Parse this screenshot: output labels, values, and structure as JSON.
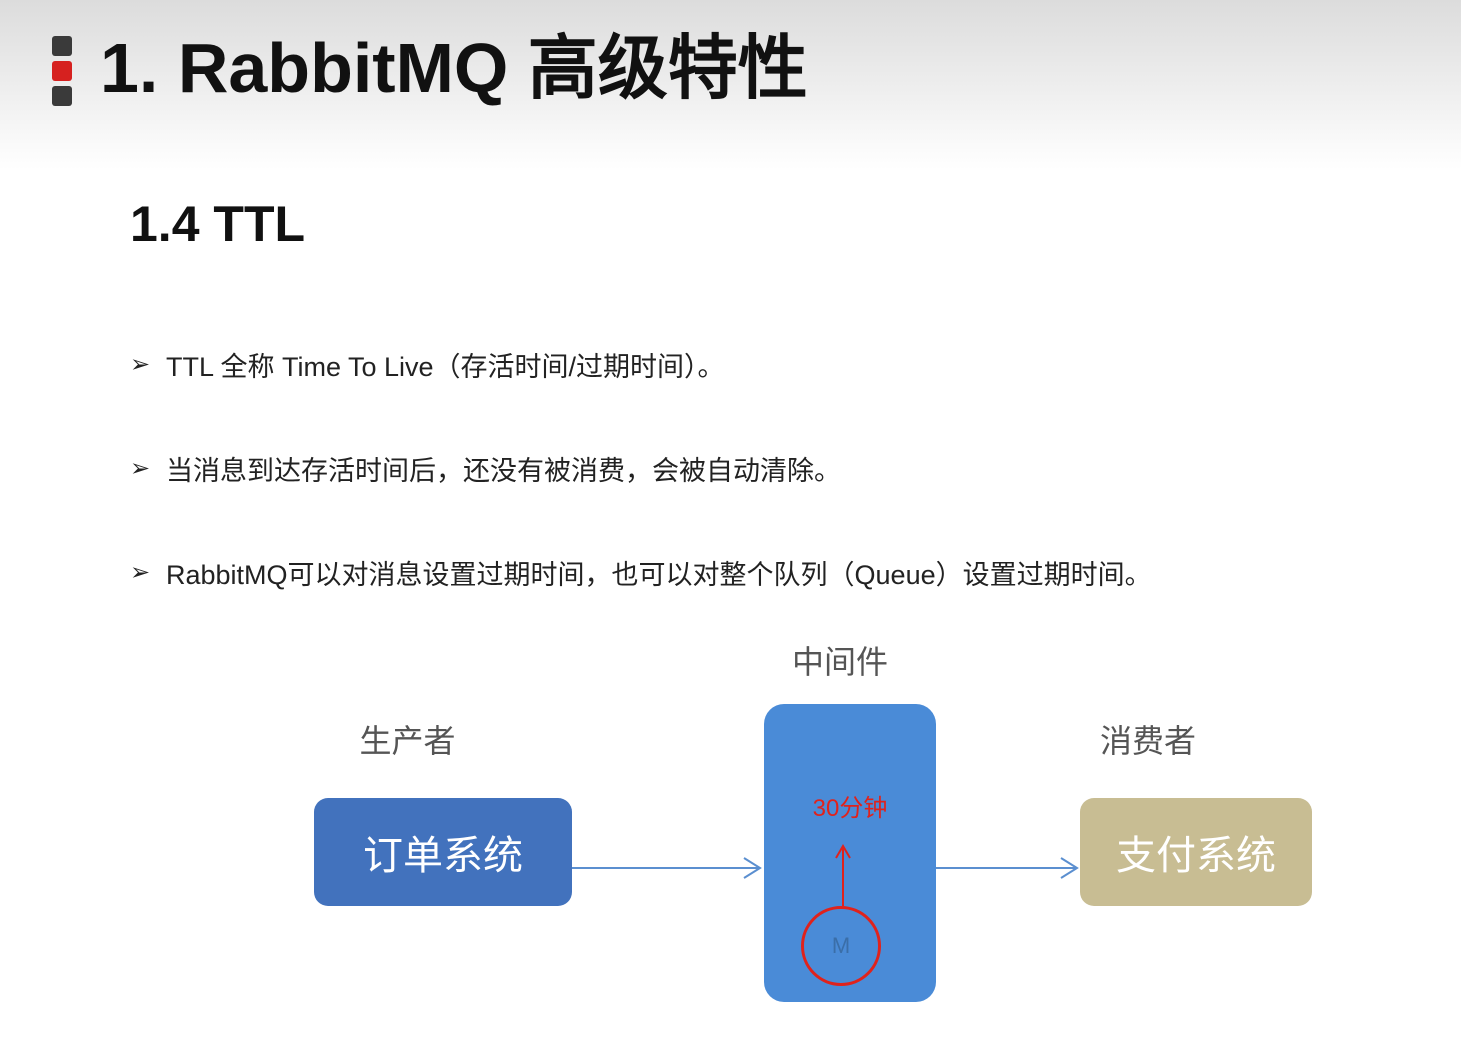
{
  "header": {
    "title": "1. RabbitMQ 高级特性"
  },
  "section": {
    "title": "1.4 TTL"
  },
  "bullets": [
    {
      "marker": "➢",
      "text": "TTL 全称 Time To Live（存活时间/过期时间）。"
    },
    {
      "marker": "➢",
      "text": "当消息到达存活时间后，还没有被消费，会被自动清除。"
    },
    {
      "marker": "➢",
      "text": "RabbitMQ可以对消息设置过期时间，也可以对整个队列（Queue）设置过期时间。"
    }
  ],
  "diagram": {
    "producer_label": "生产者",
    "middleware_label": "中间件",
    "consumer_label": "消费者",
    "order_system": "订单系统",
    "payment_system": "支付系统",
    "ttl_label": "30分钟",
    "message_label": "M",
    "colors": {
      "order_box": "#4272bd",
      "middleware_box": "#4a8bd7",
      "payment_box": "#c8bd93",
      "highlight": "#e0221c",
      "arrow": "#5b8fd0"
    }
  }
}
